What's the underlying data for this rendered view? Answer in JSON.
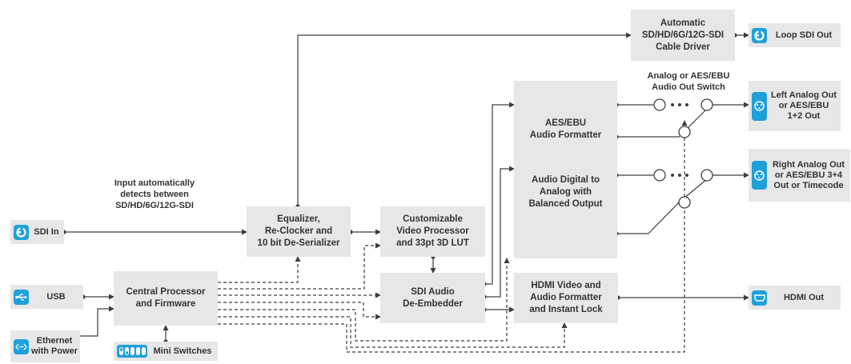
{
  "colors": {
    "accent": "#20a0d8",
    "box_fill": "#e6e7e9",
    "line": "#3d3d3d"
  },
  "ports": {
    "sdi_in": {
      "label": "SDI In",
      "icon": "sdi-connector-icon"
    },
    "usb": {
      "label": "USB",
      "icon": "usb-icon"
    },
    "ethernet": {
      "label": "Ethernet\nwith Power",
      "icon": "ethernet-icon"
    },
    "loop_sdi_out": {
      "label": "Loop SDI Out",
      "icon": "sdi-connector-icon"
    },
    "left_analog_out": {
      "label": "Left Analog Out\nor AES/EBU\n1+2 Out",
      "icon": "xlr-connector-icon"
    },
    "right_analog_out": {
      "label": "Right Analog Out\nor AES/EBU 3+4\nOut or Timecode",
      "icon": "xlr-connector-icon"
    },
    "hdmi_out": {
      "label": "HDMI Out",
      "icon": "hdmi-connector-icon"
    },
    "mini_switches": {
      "label": "Mini Switches",
      "icon": "dip-switch-icon"
    }
  },
  "blocks": {
    "equalizer": "Equalizer,\nRe-Clocker and\n10 bit De-Serializer",
    "video_processor": "Customizable\nVideo Processor\nand 33pt 3D LUT",
    "sdi_audio": "SDI Audio\nDe-Embedder",
    "central_processor": "Central Processor\nand Firmware",
    "cable_driver": "Automatic\nSD/HD/6G/12G-SDI\nCable Driver",
    "aes_formatter": "AES/EBU\nAudio Formatter",
    "audio_dac": "Audio Digital to\nAnalog with\nBalanced Output",
    "hdmi_formatter": "HDMI Video and\nAudio Formatter\nand Instant Lock"
  },
  "notes": {
    "input_detect": "Input automatically\ndetects between\nSD/HD/6G/12G-SDI",
    "audio_switch": "Analog or AES/EBU\nAudio Out Switch"
  }
}
